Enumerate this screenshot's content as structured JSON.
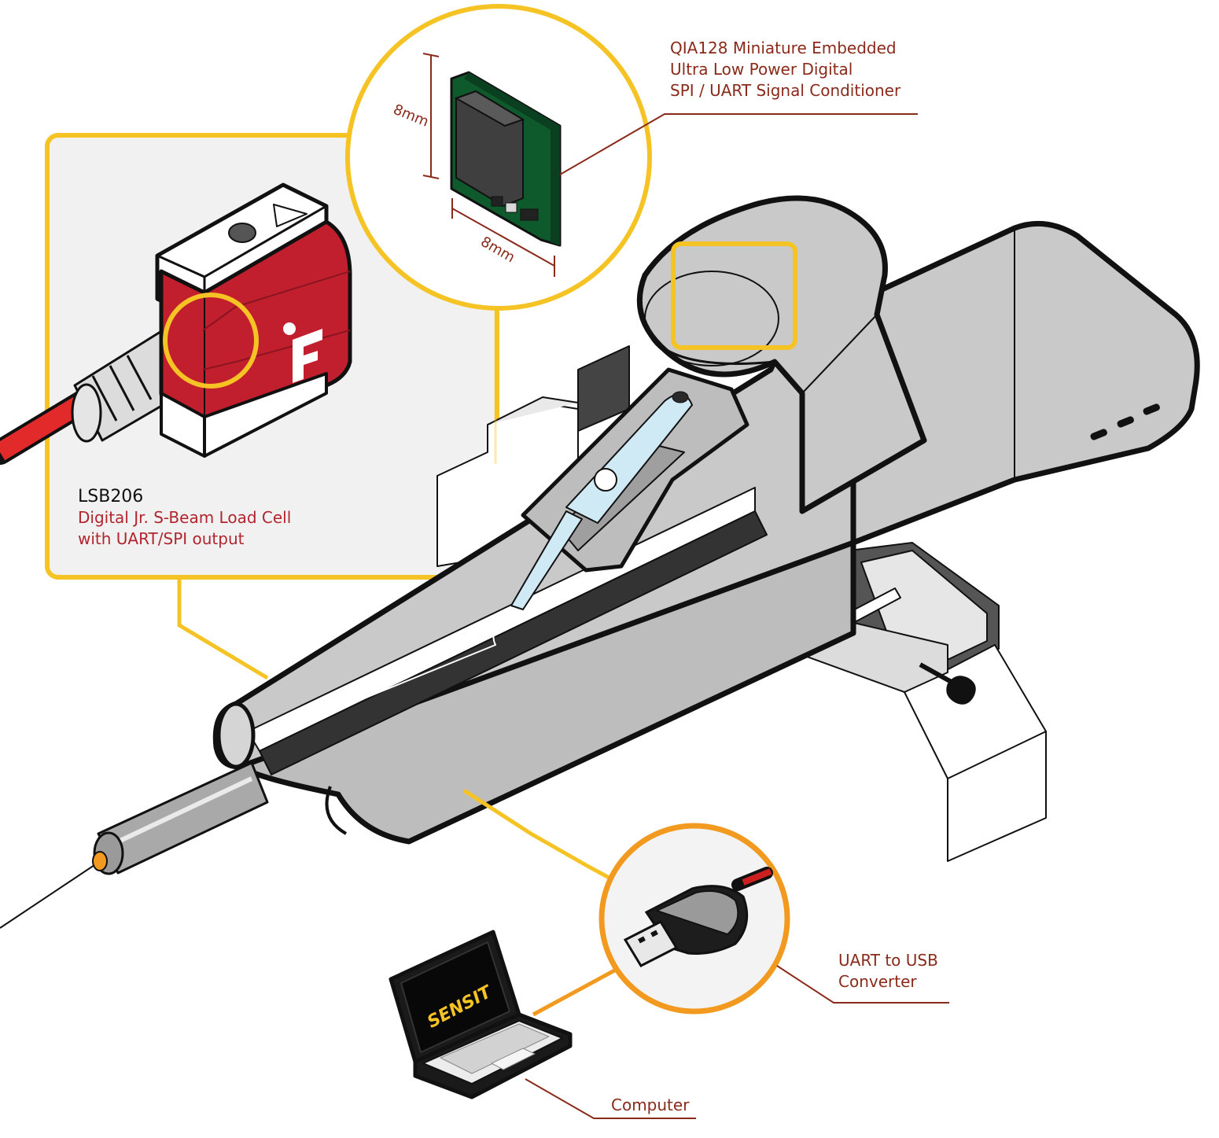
{
  "colors": {
    "callout_yellow": "#f5c324",
    "callout_orange": "#f29a1f",
    "label_red": "#b1252e",
    "label_dark_red": "#8a2a1a",
    "sensor_red": "#c21f2e",
    "pcb_green": "#0f5a2c",
    "device_gray": "#c9c9c9",
    "leader_line": "#8a2a1a"
  },
  "icons": [
    "sensor-logo-icon",
    "dimension-arrow-icon",
    "usb-plug-icon",
    "laptop-icon",
    "knob-icon"
  ],
  "pcb_callout": {
    "title_lines": [
      "QIA128 Miniature Embedded",
      "Ultra Low Power Digital",
      "SPI / UART Signal Conditioner"
    ],
    "dim_vertical": "8mm",
    "dim_horizontal": "8mm"
  },
  "load_cell_callout": {
    "model": "LSB206",
    "desc_lines": [
      "Digital Jr. S-Beam Load Cell",
      "with UART/SPI output"
    ]
  },
  "usb_callout": {
    "lines": [
      "UART to USB",
      "Converter"
    ]
  },
  "computer_callout": {
    "label": "Computer",
    "screen_brand": "SENSIT"
  }
}
